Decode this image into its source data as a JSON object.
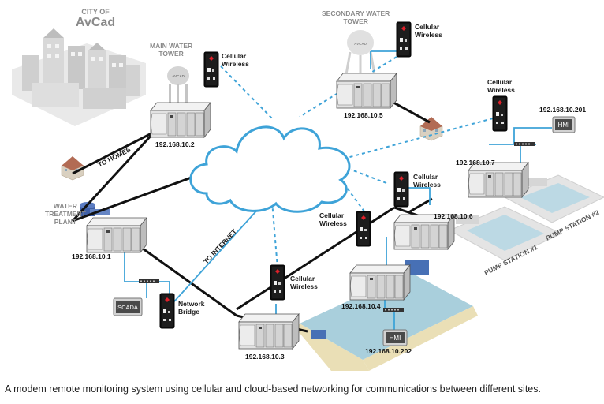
{
  "city": {
    "line1": "CITY OF",
    "line2": "AvCad"
  },
  "labels": {
    "main_tower": "MAIN WATER\nTOWER",
    "secondary_tower": "SECONDARY WATER\nTOWER",
    "treatment_plant": "WATER\nTREATMENT\nPLANT",
    "to_homes": "TO HOMES",
    "to_internet": "TO INTERNET",
    "pump1": "PUMP STATION #1",
    "pump2": "PUMP STATION #2",
    "tower_tank": "AVCAD"
  },
  "cellular_label": "Cellular\nWireless",
  "network_bridge": "Network\nBridge",
  "hmi_label": "HMI",
  "scada_label": "SCADA",
  "ips": {
    "plc_main": "192.168.10.2",
    "plc_secondary": "192.168.10.5",
    "plc_pump": "192.168.10.7",
    "plc_treatment": "192.168.10.1",
    "plc_6": "192.168.10.6",
    "plc_4": "192.168.10.4",
    "plc_3": "192.168.10.3",
    "hmi_top": "192.168.10.201",
    "hmi_bottom": "192.168.10.202"
  },
  "caption": "A modem remote monitoring system using cellular and cloud-based networking for communications between different sites.",
  "colors": {
    "cloud": "#3ea3d8",
    "wireless": "#3ea3d8",
    "wire": "#111111",
    "device": "#dcdcdc"
  }
}
